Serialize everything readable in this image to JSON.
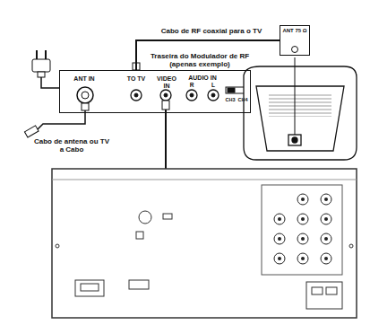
{
  "diagram": {
    "nodes": [
      {
        "text": [
          "Traseira do Modulador de RF (apenas exemplo)"
        ]
      },
      {
        "text": [
          "ANT 75 Ω"
        ]
      }
    ],
    "edges": [
      {
        "from": 0,
        "to": 1,
        "arrow": "none",
        "label": "Cabo de RF coaxial para o TV"
      }
    ],
    "labels": [
      "ANT IN",
      "TO TV",
      "VIDEO IN",
      "AUDIO IN",
      "R",
      "L",
      "CH3",
      "CH4",
      "Cabo de antena ou TV a Cabo"
    ]
  }
}
